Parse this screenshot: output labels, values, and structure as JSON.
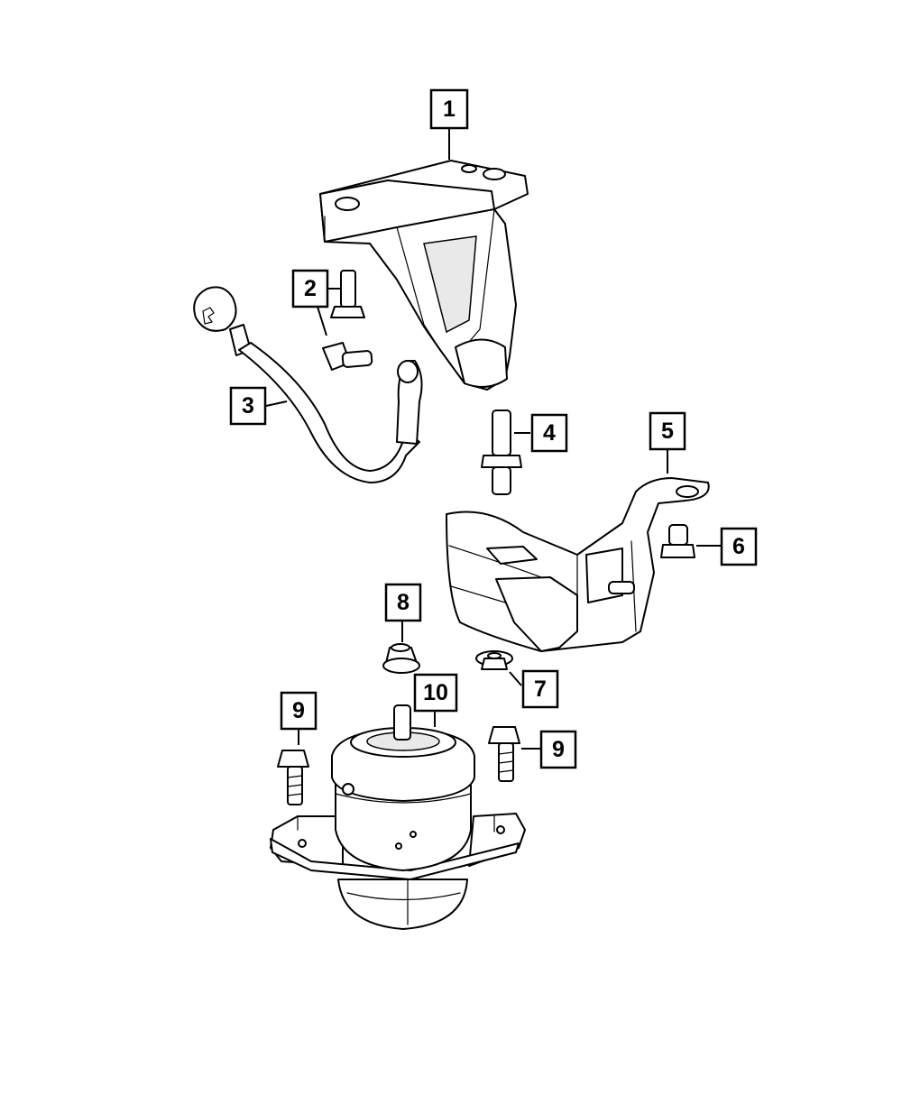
{
  "callouts": [
    {
      "id": "c1",
      "label": "1"
    },
    {
      "id": "c2",
      "label": "2"
    },
    {
      "id": "c3",
      "label": "3"
    },
    {
      "id": "c4",
      "label": "4"
    },
    {
      "id": "c5",
      "label": "5"
    },
    {
      "id": "c6",
      "label": "6"
    },
    {
      "id": "c7",
      "label": "7"
    },
    {
      "id": "c8",
      "label": "8"
    },
    {
      "id": "c9a",
      "label": "9"
    },
    {
      "id": "c9b",
      "label": "9"
    },
    {
      "id": "c10",
      "label": "10"
    }
  ],
  "colors": {
    "line": "#000000",
    "background": "#ffffff"
  }
}
